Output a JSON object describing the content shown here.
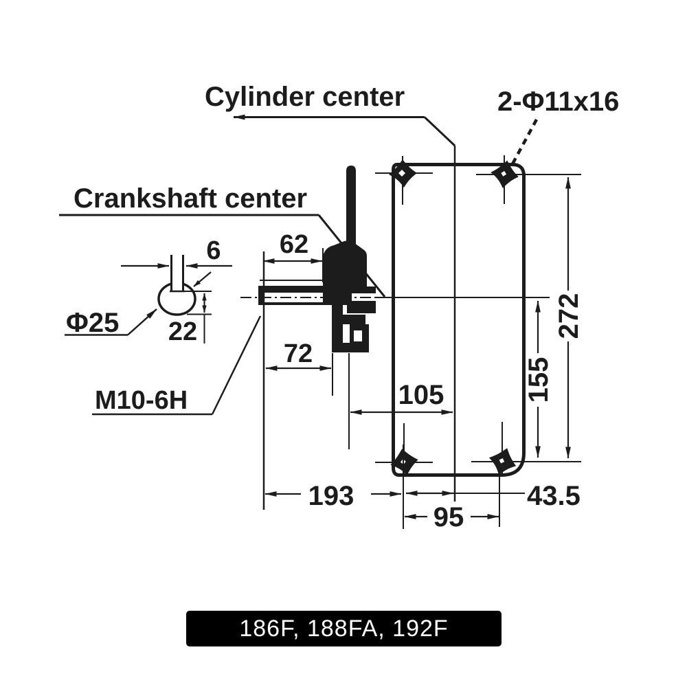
{
  "diagram": {
    "leaders": {
      "cylinder_center": "Cylinder center",
      "crankshaft_center": "Crankshaft center",
      "bolt_holes": "2-Φ11x16",
      "shaft_diameter": "Φ25",
      "mounting_thread": "M10-6H"
    },
    "dimensions": {
      "key_width": "6",
      "keyway_depth": "22",
      "crank_to_mount_face": "62",
      "lower_boss_to_face": "72",
      "face_to_cylinder_center": "105",
      "face_to_bolt_center": "193",
      "bolt_spacing_x": "95",
      "bolt_to_cylinder_center": "43.5",
      "crank_to_bottom_bolts": "155",
      "bolt_span_y": "272"
    }
  },
  "footer": {
    "models": "186F, 188FA, 192F"
  },
  "colors": {
    "ink": "#1c1c1c",
    "background": "#ffffff",
    "footer_bg": "#000000",
    "footer_text": "#ffffff"
  }
}
